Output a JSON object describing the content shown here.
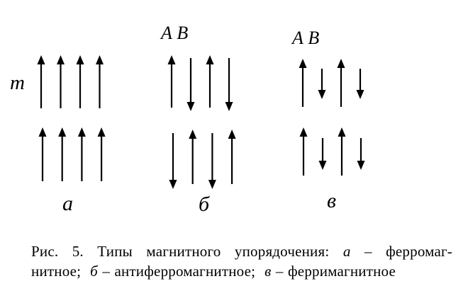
{
  "figure": {
    "moment_label": "m",
    "panels": [
      {
        "id": "a",
        "label": "а",
        "ordering": "ферромагнитное",
        "rows": [
          [
            "up",
            "up",
            "up",
            "up"
          ],
          [
            "up",
            "up",
            "up",
            "up"
          ]
        ]
      },
      {
        "id": "b",
        "label": "б",
        "ordering": "антиферромагнитное",
        "sublattice_label": "А В",
        "rows": [
          [
            "up",
            "down",
            "up",
            "down"
          ],
          [
            "down",
            "up",
            "down",
            "up"
          ]
        ]
      },
      {
        "id": "v",
        "label": "в",
        "ordering": "ферримагнитное",
        "sublattice_label": "А В",
        "rows": [
          [
            "up",
            "down",
            "up",
            "down"
          ],
          [
            "up",
            "down",
            "up",
            "down"
          ]
        ]
      }
    ],
    "arrow_color": "#000000"
  },
  "caption": {
    "line1": {
      "prefix": "Рис. 5. Типы магнитного упорядочения: ",
      "item": "а",
      "tail": " – ферромаг-"
    },
    "line2": {
      "prefix": "нитное;  ",
      "item_b": "б",
      "mid": " – антиферромагнитное;  ",
      "item_v": "в",
      "tail": " – ферримагнитное"
    }
  }
}
